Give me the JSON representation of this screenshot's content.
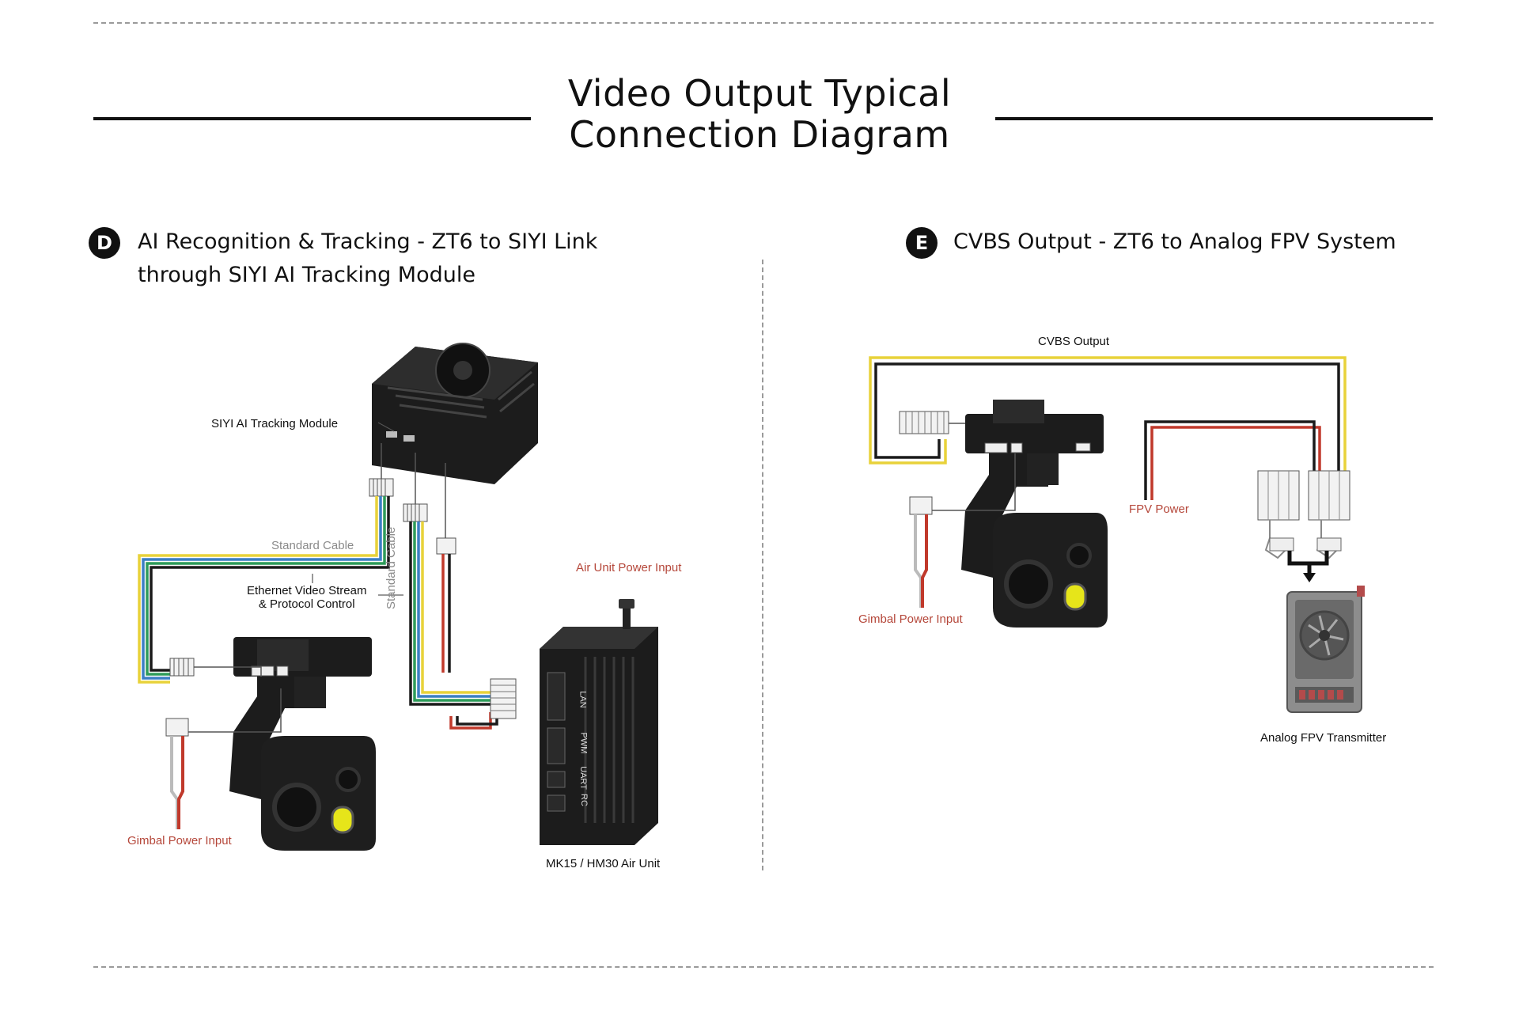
{
  "title_line1": "Video Output Typical",
  "title_line2": "Connection Diagram",
  "section_d": {
    "badge": "D",
    "line1": "AI Recognition & Tracking - ZT6 to SIYI Link",
    "line2": "through SIYI AI Tracking Module",
    "labels": {
      "ai_module": "SIYI AI Tracking Module",
      "standard_cable": "Standard Cable",
      "standard_cable_vertical": "Standard Cable",
      "ethernet1": "Ethernet Video Stream",
      "ethernet2": "& Protocol Control",
      "air_power": "Air Unit Power Input",
      "gimbal_power": "Gimbal Power Input",
      "air_unit": "MK15 / HM30 Air Unit",
      "port_lan": "LAN",
      "port_pwm": "PWM",
      "port_uart": "UART",
      "port_rc": "RC"
    }
  },
  "section_e": {
    "badge": "E",
    "line1": "CVBS Output - ZT6 to Analog FPV System",
    "labels": {
      "cvbs": "CVBS Output",
      "fpv_power": "FPV Power",
      "gimbal_power": "Gimbal Power Input",
      "transmitter": "Analog FPV Transmitter"
    }
  },
  "colors": {
    "yellow": "#e8d23a",
    "blue": "#3b7fc4",
    "green": "#2e9c5a",
    "red": "#c0392b",
    "black": "#1a1a1a",
    "device": "#1c1c1c"
  }
}
